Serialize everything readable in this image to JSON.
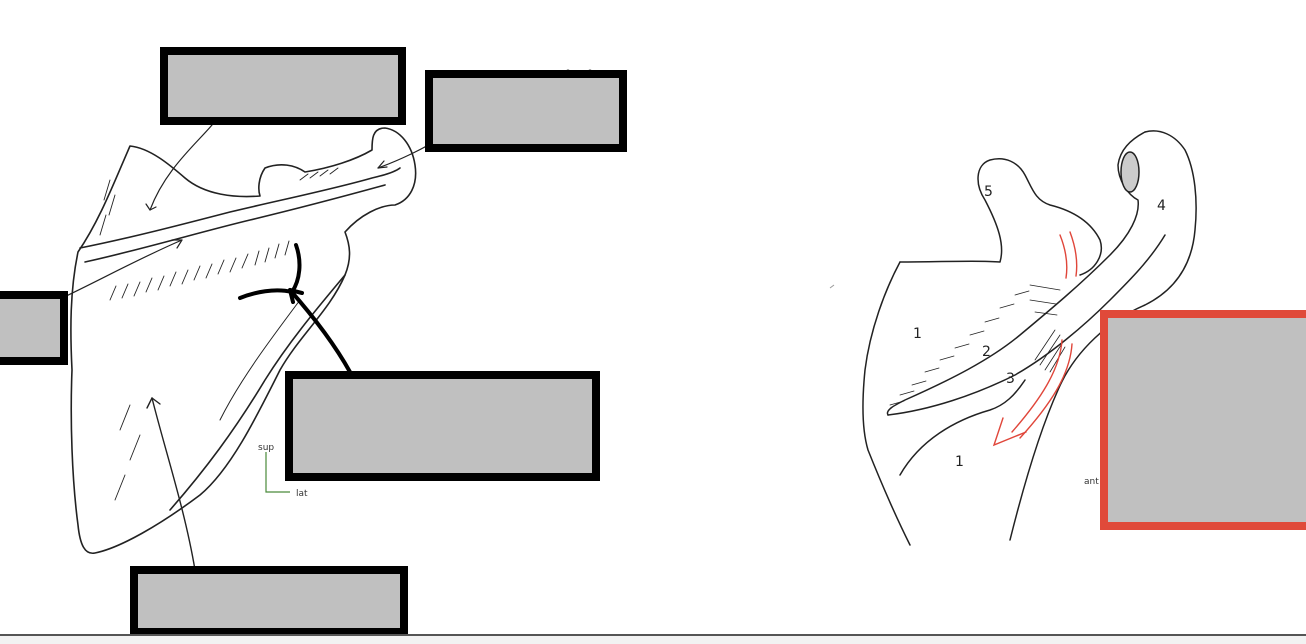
{
  "colors": {
    "label_fill": "#c0c0c0",
    "label_border": "#000000",
    "active_label_border": "#e04a3a",
    "arrow_red": "#e0463a",
    "line": "#222222"
  },
  "left_view": {
    "orientation": {
      "superior": "sup",
      "lateral": "lat"
    },
    "label_boxes": 6
  },
  "right_view": {
    "region_numbers": [
      "1",
      "2",
      "3",
      "4",
      "5",
      "1"
    ],
    "orientation_text": "ant",
    "label_boxes": 1,
    "active_box": "right-answer-box"
  }
}
